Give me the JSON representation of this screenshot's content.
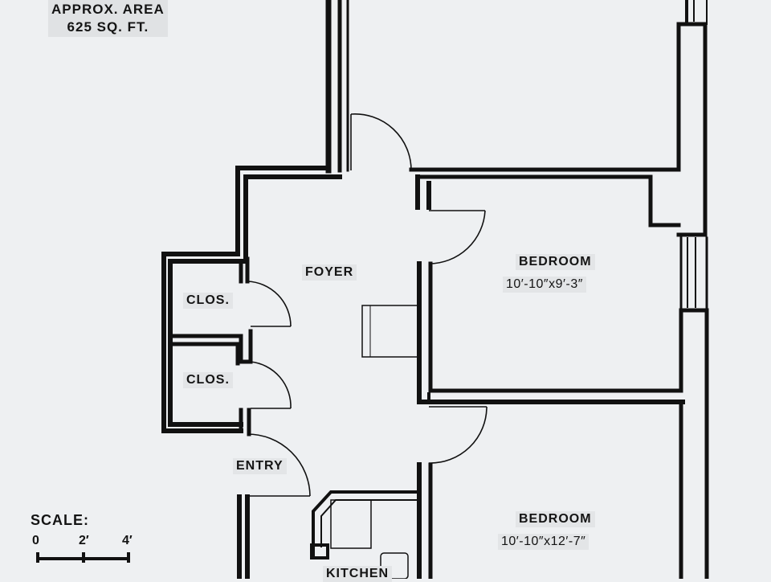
{
  "area": {
    "line1": "APPROX. AREA",
    "line2": "625 SQ. FT."
  },
  "rooms": {
    "foyer": "FOYER",
    "closet_1": "CLOS.",
    "closet_2": "CLOS.",
    "entry": "ENTRY",
    "kitchen": "KITCHEN",
    "bedroom_1": {
      "name": "BEDROOM",
      "dimensions": "10′-10″x9′-3″"
    },
    "bedroom_2": {
      "name": "BEDROOM",
      "dimensions": "10′-10″x12′-7″"
    }
  },
  "scale": {
    "title": "SCALE:",
    "ticks": [
      "0",
      "2′",
      "4′"
    ]
  },
  "colors": {
    "background": "#eef0f2",
    "wall": "#111111",
    "label_bg": "#e3e5e7"
  }
}
